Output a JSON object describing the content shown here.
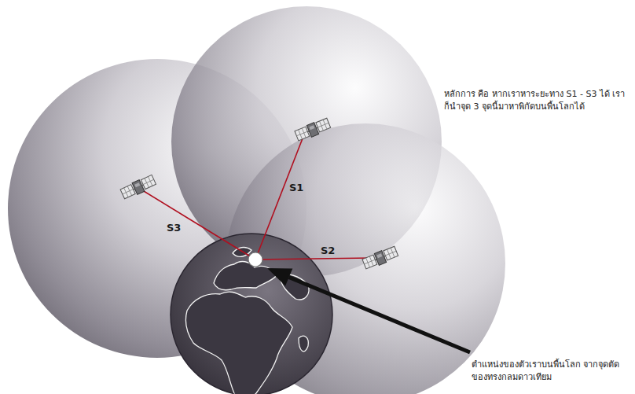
{
  "diagram": {
    "labels": [
      "หลักการ คือ หากเราหาระยะทาง S1 - S3 ได้ เราก็นำจุด 3 จุดนี้มาหาพิกัดบนพื้นโลกได้",
      "S1",
      "S3",
      "S2",
      "ตำแหน่งของตัวเราบนพื้นโลก จากจุดตัดของทรงกลมดาวเทียม"
    ]
  }
}
